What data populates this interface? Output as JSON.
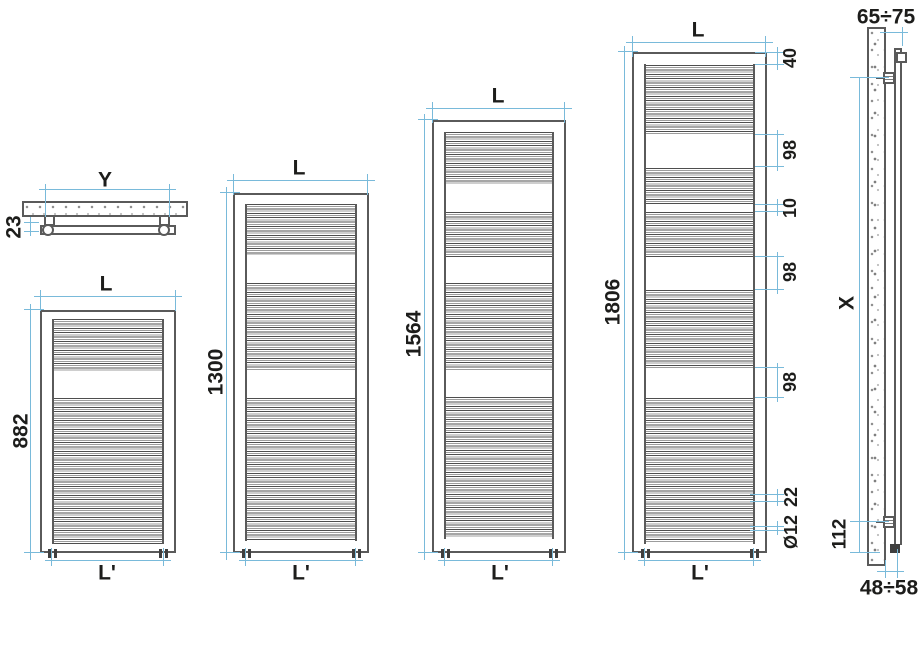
{
  "plan_view": {
    "width_label": "Y",
    "depth_label": "23"
  },
  "front_views": [
    {
      "height": "882",
      "width_top": "L",
      "width_bottom": "L'"
    },
    {
      "height": "1300",
      "width_top": "L",
      "width_bottom": "L'"
    },
    {
      "height": "1564",
      "width_top": "L",
      "width_bottom": "L'"
    },
    {
      "height": "1806",
      "width_top": "L",
      "width_bottom": "L'"
    }
  ],
  "detail_dims": {
    "top_margin": "40",
    "towel_gap_1": "98",
    "center_gap": "10",
    "towel_gap_2": "98",
    "towel_gap_3": "98",
    "tube_pitch": "22",
    "tube_diameter": "Ø12"
  },
  "side_view": {
    "depth_total": "65÷75",
    "bracket_distance": "X",
    "bottom_offset": "112",
    "axis_depth": "48÷58"
  }
}
